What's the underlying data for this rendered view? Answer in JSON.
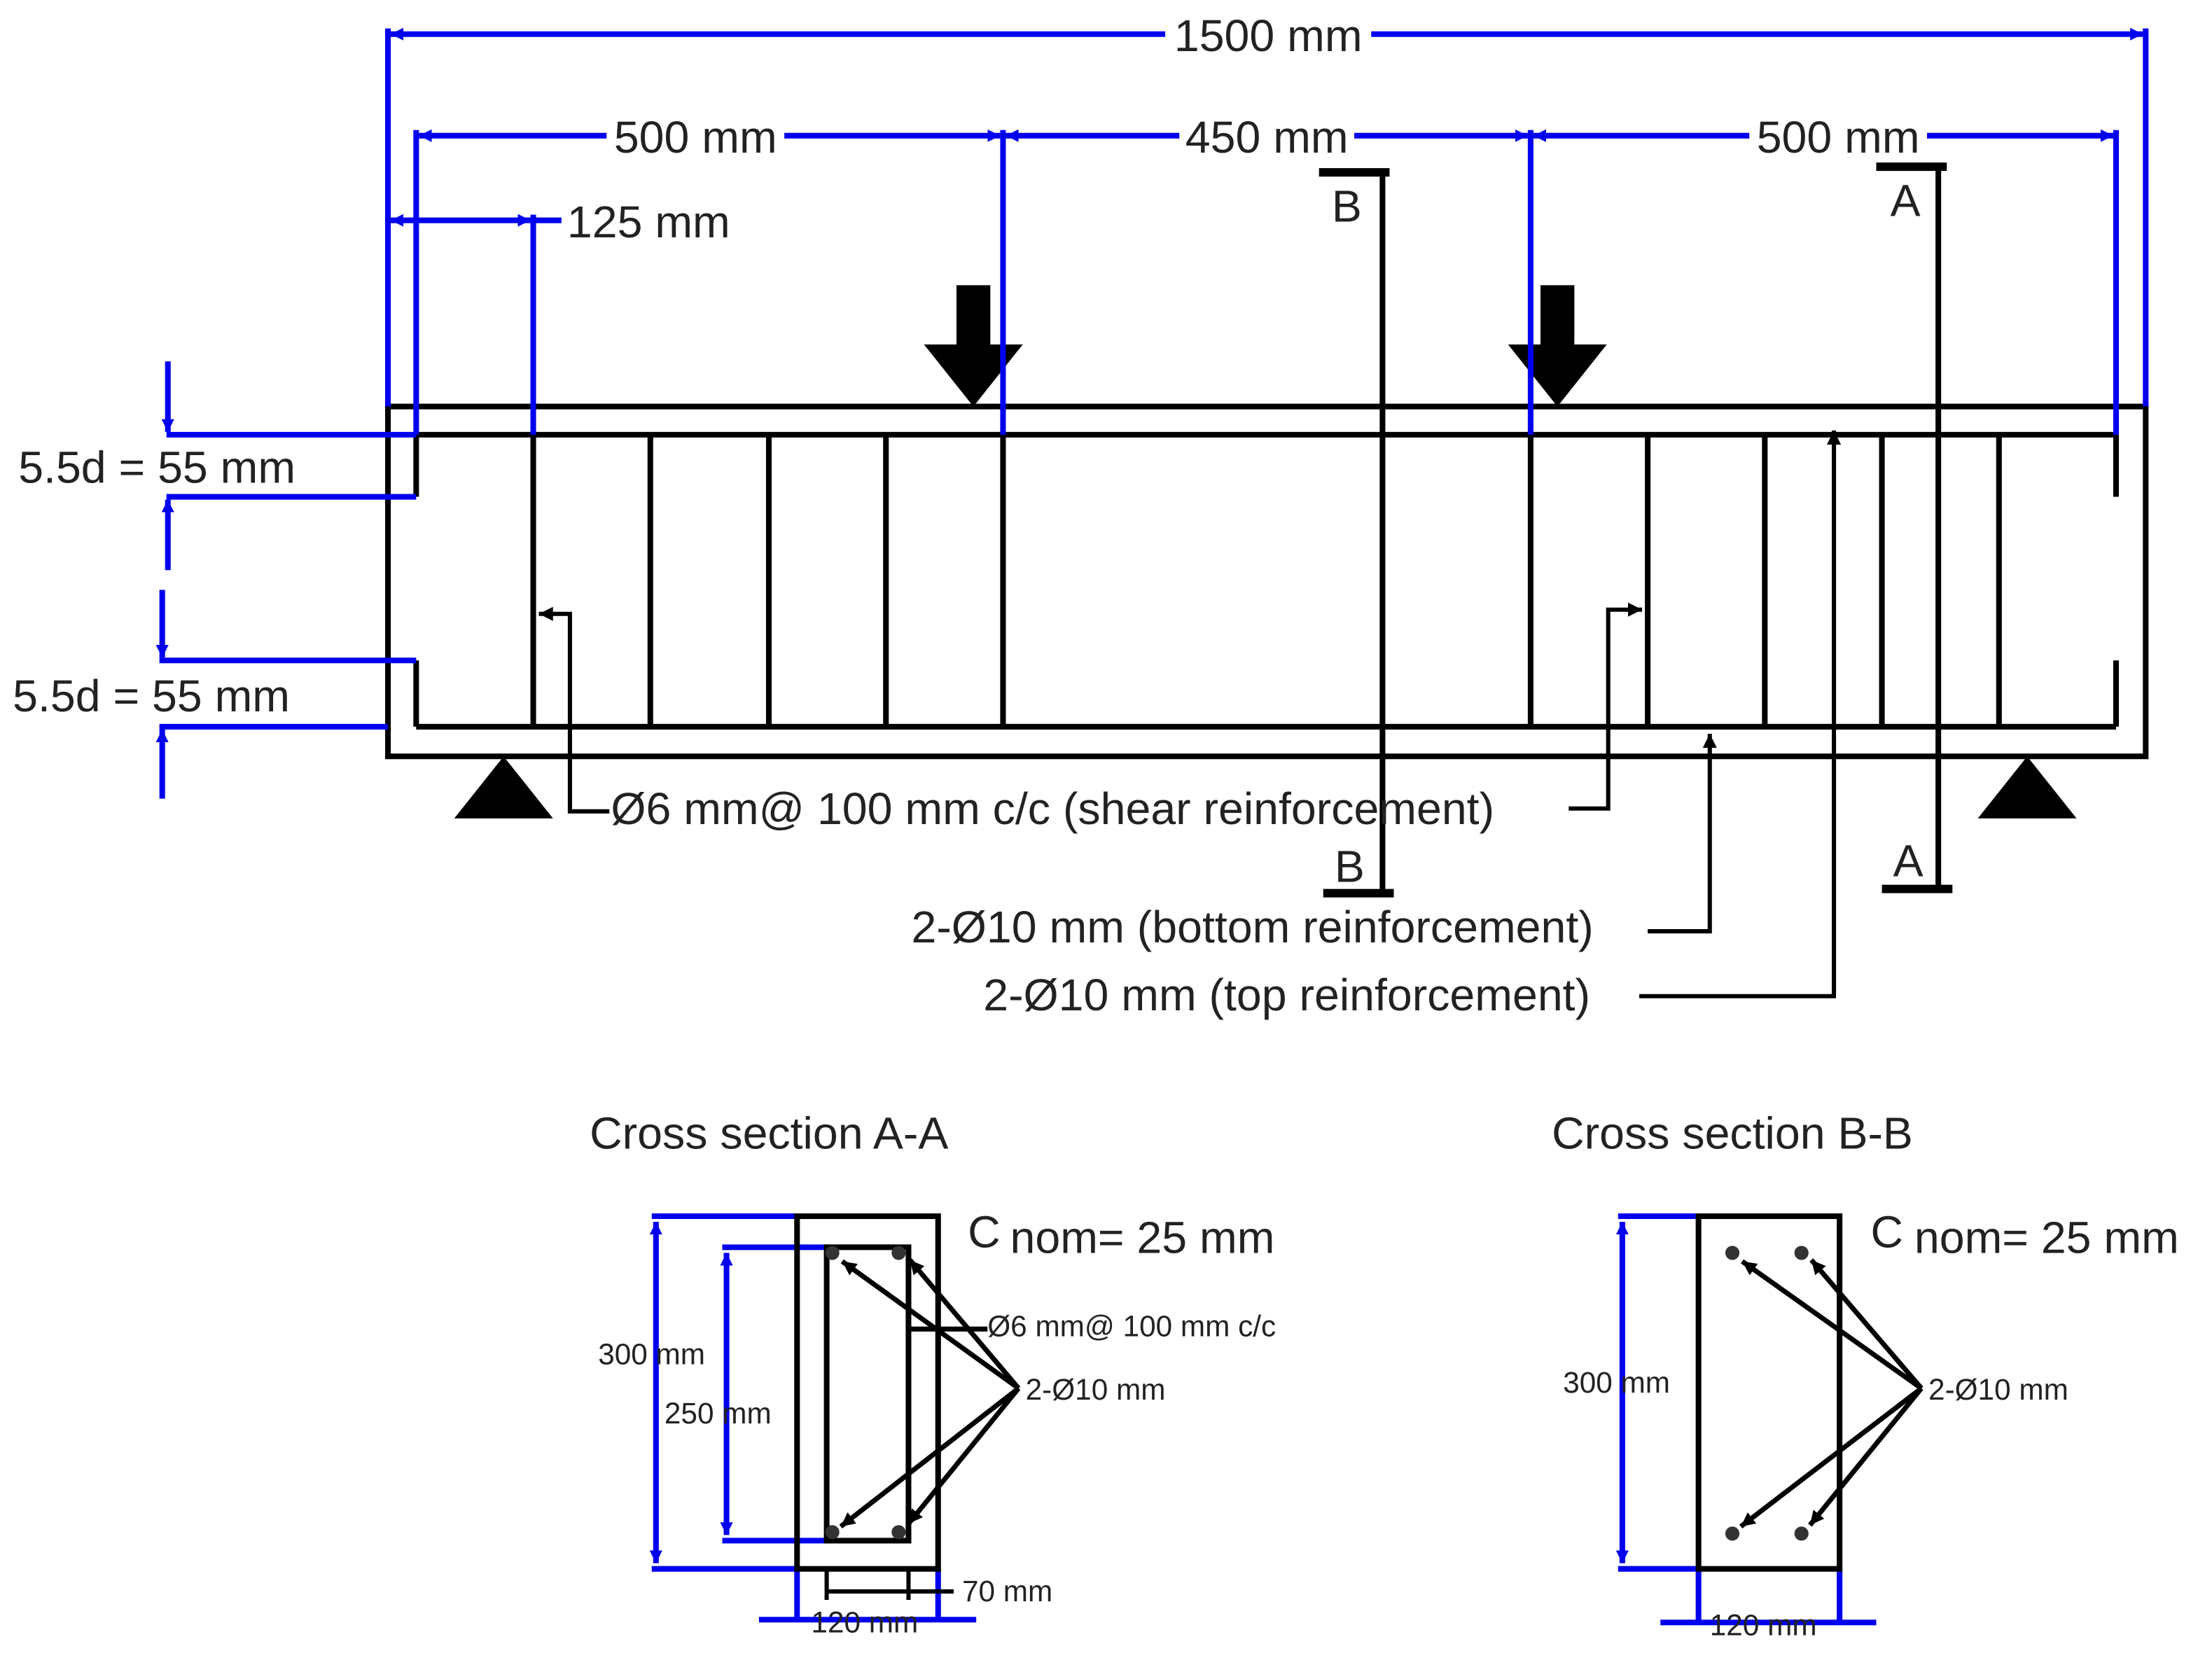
{
  "dimensions": {
    "total": "1500 mm",
    "left_span": "500 mm",
    "middle_span": "450 mm",
    "right_span": "500 mm",
    "first_stirrup": "125 mm",
    "top_anchorage": "5.5d = 55 mm",
    "bottom_anchorage": "5.5d = 55 mm"
  },
  "labels": {
    "shear": "Ø6 mm@ 100 mm c/c (shear reinforcement)",
    "bottom_bars": "2-Ø10 mm (bottom reinforcement)",
    "top_bars": "2-Ø10 mm (top reinforcement)"
  },
  "section_marks": {
    "a_top": "A",
    "a_bottom": "A",
    "b_top": "B",
    "b_bottom": "B"
  },
  "section_aa": {
    "title": "Cross section A-A",
    "cover_symbol": "C",
    "cover_text": "nom= 25 mm",
    "height": "300 mm",
    "inner_height": "250 mm",
    "stirrup_label": "Ø6 mm@ 100 mm c/c",
    "bars_label": "2-Ø10 mm",
    "width": "120 mm",
    "inner_width": "70 mm"
  },
  "section_bb": {
    "title": "Cross section B-B",
    "cover_symbol": "C",
    "cover_text": "nom= 25 mm",
    "height": "300 mm",
    "bars_label": "2-Ø10 mm",
    "width": "120 mm"
  },
  "colors": {
    "dimension_lines": "#0000ee",
    "structure": "#000000",
    "text": "#222222"
  }
}
